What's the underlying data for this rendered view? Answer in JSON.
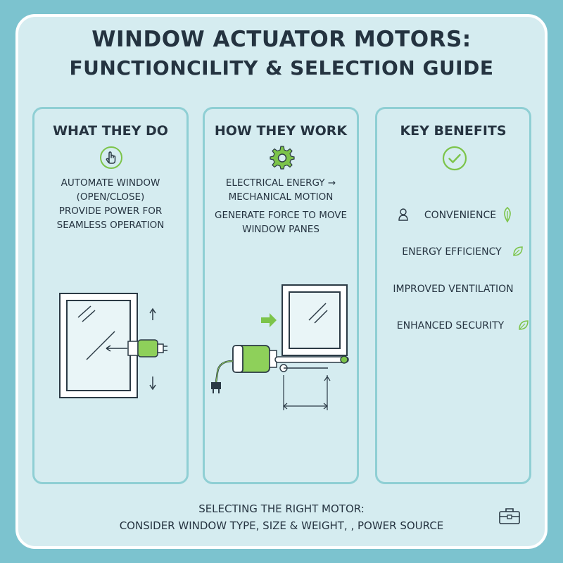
{
  "title": {
    "line1": "WINDOW ACTUATOR MOTORS:",
    "line2": "FUNCTIONCILITY & SELECTION GUIDE"
  },
  "panels": [
    {
      "heading": "WHAT THEY DO",
      "icon": "hand-pointer-icon",
      "lines": [
        "AUTOMATE WINDOW",
        "(OPEN/CLOSE)",
        "PROVIDE POWER FOR",
        "SEAMLESS OPERATION"
      ]
    },
    {
      "heading": "HOW THEY WORK",
      "icon": "gear-icon",
      "lines": [
        "ELECTRICAL ENERGY →",
        "MECHANICAL MOTION",
        "GENERATE FORCE TO MOVE",
        "WINDOW PANES"
      ]
    },
    {
      "heading": "KEY BENEFITS",
      "icon": "checkmark-circle-icon",
      "benefits": [
        "CONVENIENCE",
        "ENERGY EFFICIENCY",
        "IMPROVED VENTILATION",
        "ENHANCED SECURITY"
      ]
    }
  ],
  "footer": {
    "line1": "SELECTING THE RIGHT MOTOR:",
    "line2": "CONSIDER WINDOW TYPE, SIZE & WEIGHT, , POWER SOURCE",
    "icon": "toolbox-icon"
  },
  "colors": {
    "background": "#7cc3cf",
    "card": "#d5ecf0",
    "panel_border": "#8fcfd4",
    "accent_green": "#7cc44a",
    "text_dark": "#243340"
  }
}
